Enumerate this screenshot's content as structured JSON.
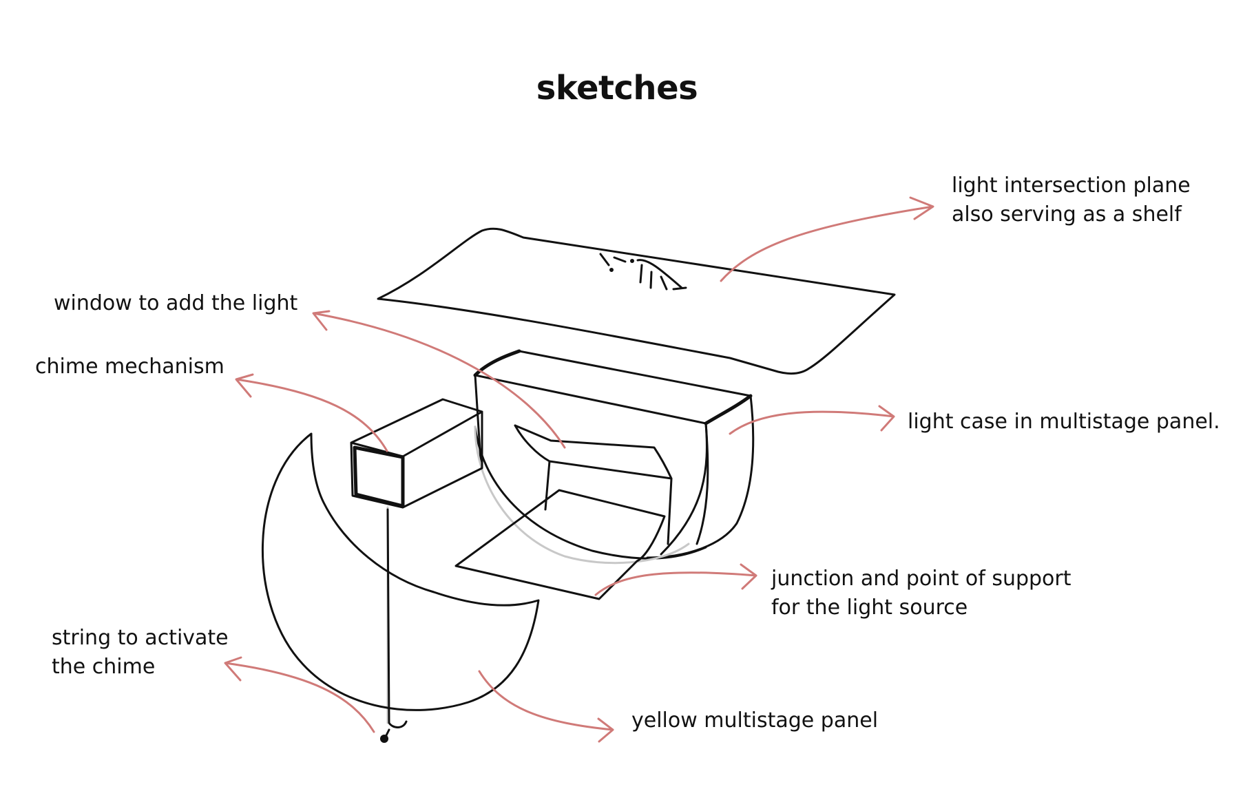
{
  "title": "sketches",
  "labels": {
    "plane": [
      "light intersection plane",
      "also serving as a shelf"
    ],
    "window": [
      "window to add the light"
    ],
    "chime": [
      "chime mechanism"
    ],
    "case": [
      "light case in multistage panel."
    ],
    "junction": [
      "junction and point of support",
      "for the light source"
    ],
    "string": [
      "string to activate",
      "the chime"
    ],
    "panel": [
      "yellow multistage panel"
    ]
  },
  "colors": {
    "arrow": "#d07a78",
    "ink": "#111111",
    "hidden_line": "#c8c8c8",
    "background": "#ffffff"
  }
}
